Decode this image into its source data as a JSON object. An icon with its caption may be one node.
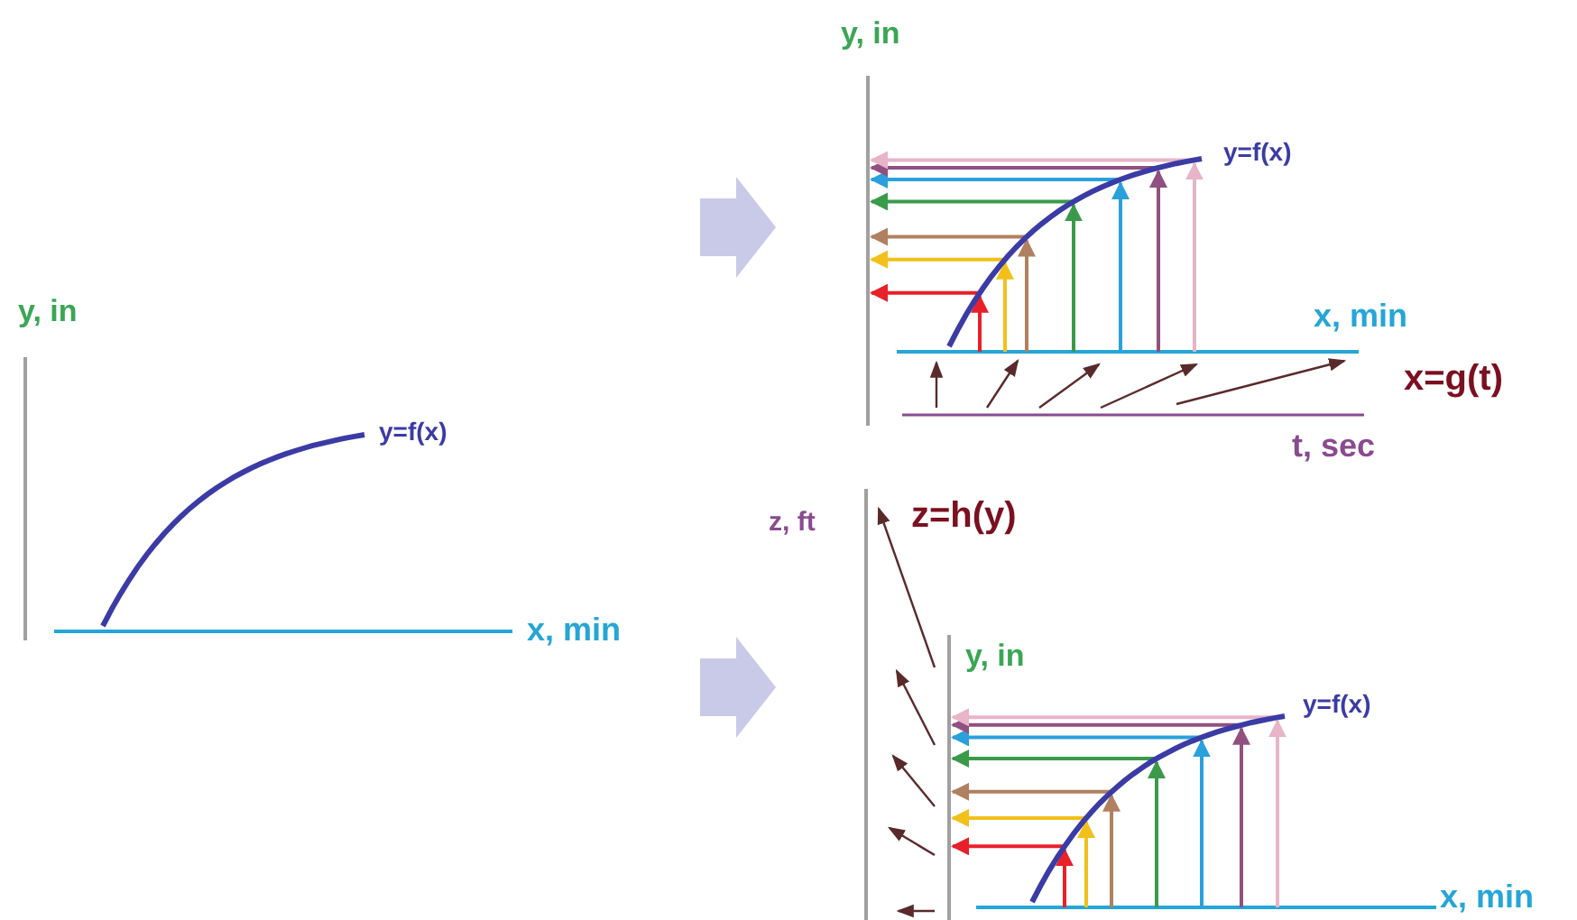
{
  "diagram": {
    "labels": [
      "y, in",
      "y=f(x)",
      "x, min",
      "y, in",
      "y=f(x)",
      "x, min",
      "x=g(t)",
      "t, sec",
      "z, ft",
      "z=h(y)",
      "y, in",
      "y=f(x)",
      "x, min"
    ]
  }
}
